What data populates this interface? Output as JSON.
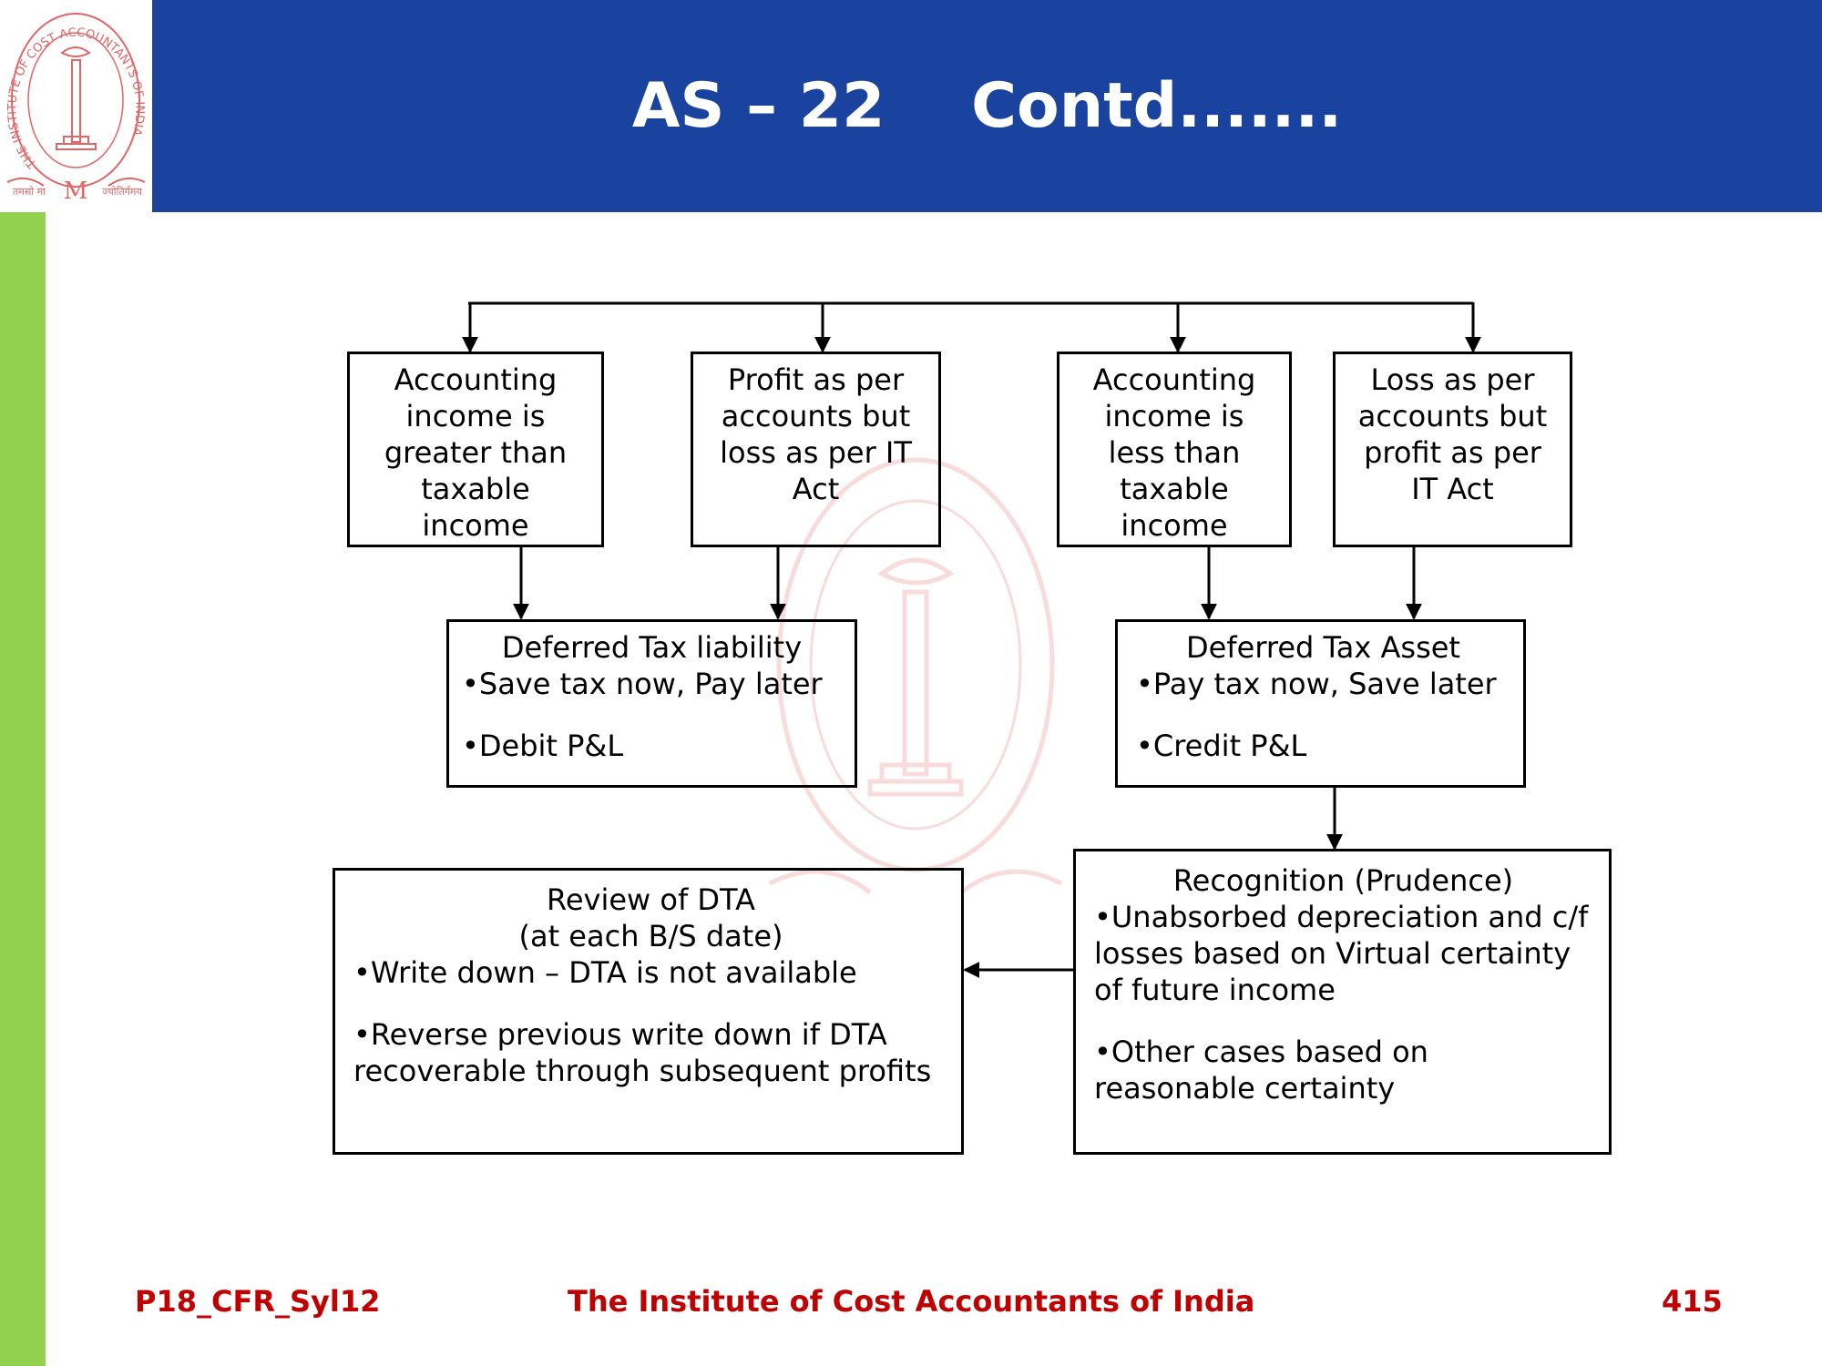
{
  "slide": {
    "title": "AS – 22    Contd.......",
    "colors": {
      "header": "#1a43a0",
      "accent_bar": "#92d050",
      "footer_text": "#c00000",
      "logo": "#e06666"
    }
  },
  "logo": {
    "text_ring": "THE INSTITUTE OF COST ACCOUNTANTS OF INDIA",
    "motto_left": "तमसो मा",
    "motto_right": "ज्योतिर्गमय",
    "monogram": "M"
  },
  "diagram": {
    "acc_greater": "Accounting income is greater than taxable income",
    "profit_loss": "Profit as per accounts but loss as per IT Act",
    "acc_less": "Accounting income is less than taxable income",
    "loss_profit": "Loss as per accounts but profit as per IT Act",
    "dtl": {
      "heading": "Deferred Tax liability",
      "b1": "•Save tax now, Pay later",
      "b2": "•Debit P&L"
    },
    "dta": {
      "heading": "Deferred Tax Asset",
      "b1": "•Pay tax now, Save later",
      "b2": "•Credit P&L"
    },
    "recognition": {
      "heading": "Recognition (Prudence)",
      "b1": "•Unabsorbed depreciation and c/f losses based on Virtual certainty of future income",
      "b2": "•Other cases based on reasonable certainty"
    },
    "review": {
      "heading1": "Review of DTA",
      "heading2": "(at each B/S date)",
      "b1": "•Write down – DTA is not available",
      "b2": "•Reverse previous write down if DTA recoverable through subsequent profits"
    }
  },
  "footer": {
    "code": "P18_CFR_Syl12",
    "institute": "The Institute of Cost Accountants of India",
    "page": "415"
  }
}
